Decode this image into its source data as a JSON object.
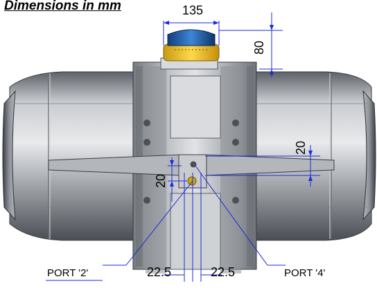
{
  "title": "Dimensions in mm",
  "dimensions": {
    "top_width": "135",
    "top_height": "80",
    "right_height": "20",
    "left_height": "20",
    "bottom_left": "22.5",
    "bottom_right": "22.5"
  },
  "ports": {
    "port2": "PORT '2'",
    "port4": "PORT '4'"
  },
  "colors": {
    "dimension_line": "#1a2bdc",
    "indicator_blue": "#1f5fb0",
    "indicator_yellow": "#f3c21b",
    "body_gray": "#9a9ea4"
  }
}
